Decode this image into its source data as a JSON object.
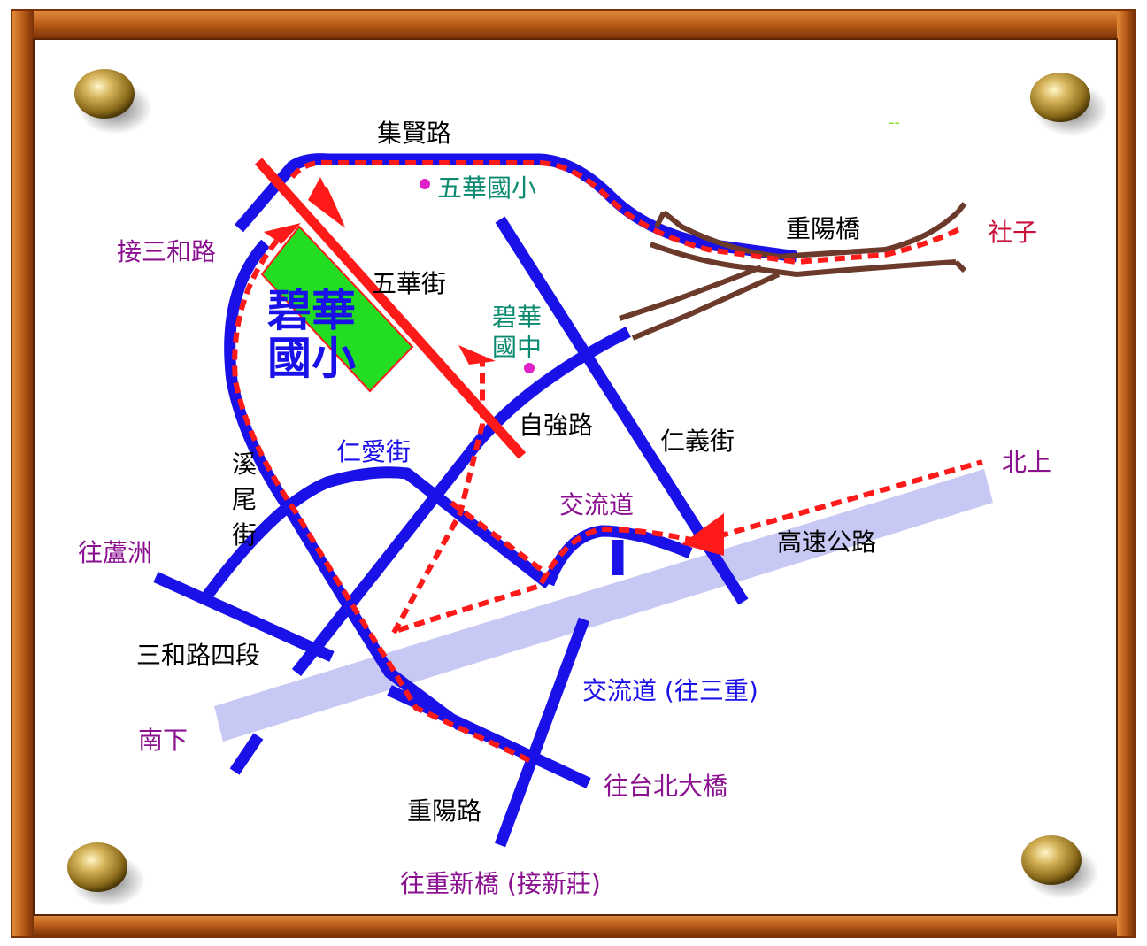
{
  "colors": {
    "frame_wood": "#b85a18",
    "frame_dark": "#6b2a06",
    "road": "#1a10e8",
    "route": "#ff1a1a",
    "highway": "#c8c8f4",
    "bridge": "#6b3a2a",
    "school": "#22dd22",
    "school_label": "#1a10e8",
    "poi": "#0a8a70",
    "poi_dot": "#e020c8",
    "black_label": "#000000",
    "purple_label": "#8a1090",
    "red_label": "#c8103a"
  },
  "labels": {
    "jixian_rd": "集賢路",
    "wuhua_elem": "五華國小",
    "chongyang_bridge": "重陽橋",
    "shezi": "社子",
    "to_sanhe_rd": "接三和路",
    "wuhua_st": "五華街",
    "bihua_elem_1": "碧華",
    "bihua_elem_2": "國小",
    "bihua_jr_1": "碧華",
    "bihua_jr_2": "國中",
    "ziqiang_rd": "自強路",
    "renai_st": "仁愛街",
    "renyi_st": "仁義街",
    "xiwei_1": "溪",
    "xiwei_2": "尾",
    "xiwei_3": "街",
    "north": "北上",
    "interchange": "交流道",
    "freeway": "高速公路",
    "to_luzhou": "往蘆洲",
    "sanhe_rd_sec4": "三和路四段",
    "interchange_sanchong": "交流道 (往三重)",
    "south": "南下",
    "to_taipei_bridge": "往台北大橋",
    "chongyang_rd": "重陽路",
    "to_chongxin_bridge": "往重新橋 (接新莊)",
    "top_dash": "--"
  }
}
